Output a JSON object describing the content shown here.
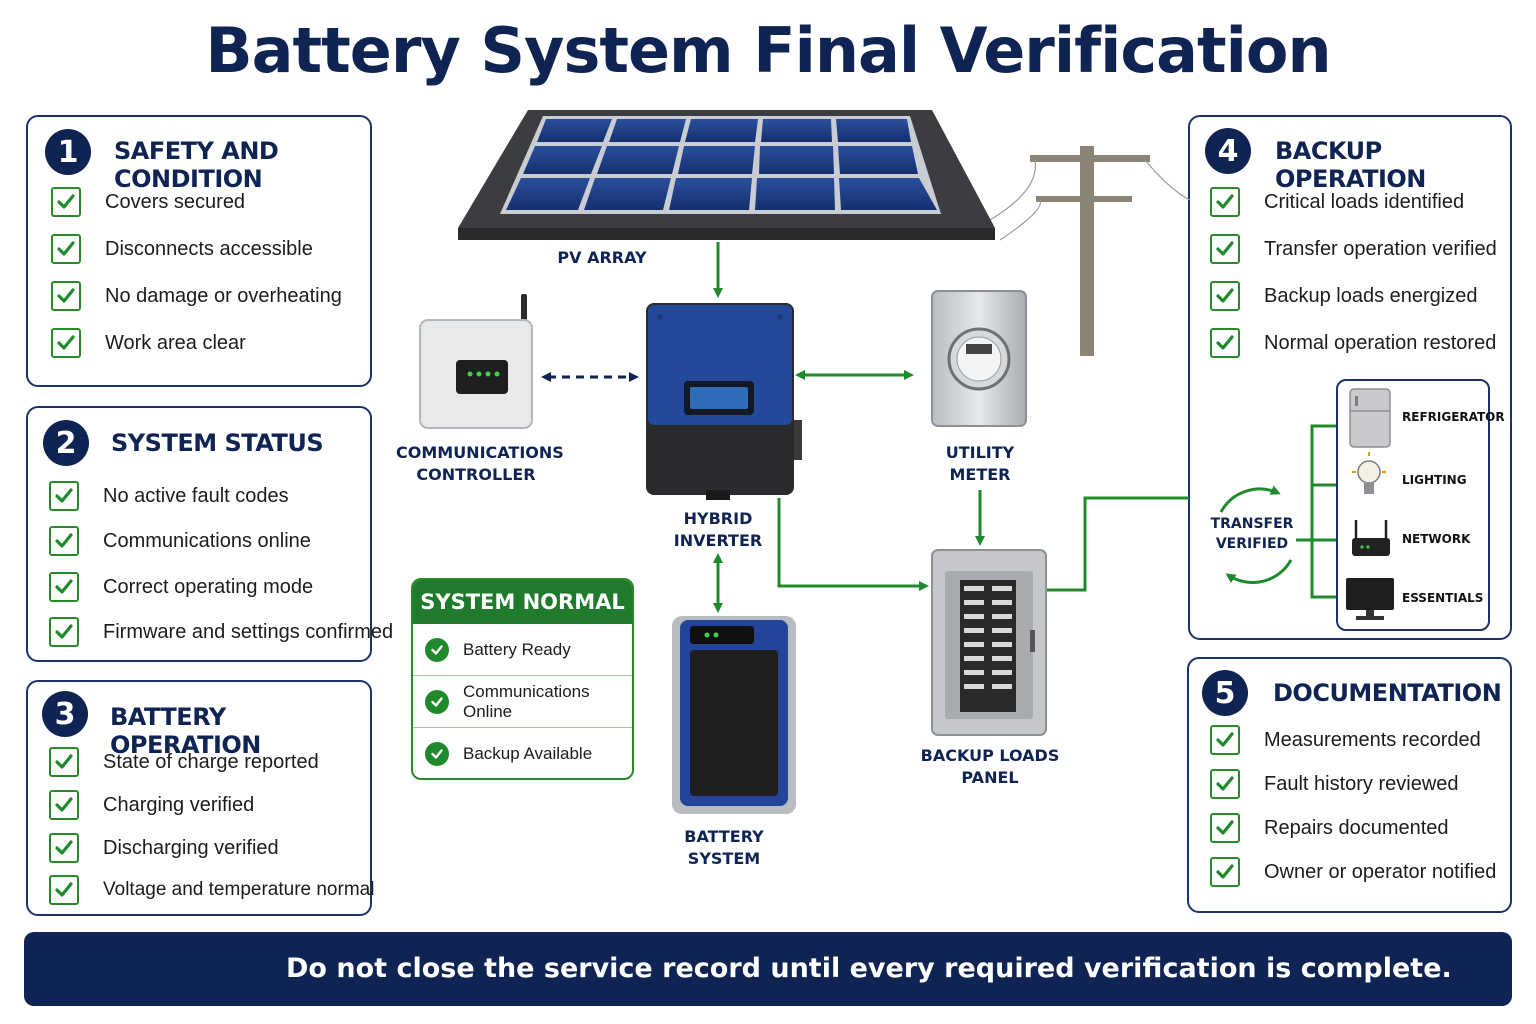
{
  "title": "Battery System Final Verification",
  "colors": {
    "navy": "#0f2452",
    "green": "#1f8a2b",
    "panel_border": "#1b3468"
  },
  "sections": [
    {
      "number": "1",
      "title": "SAFETY AND CONDITION",
      "items": [
        "Covers secured",
        "Disconnects accessible",
        "No damage or overheating",
        "Work area clear"
      ]
    },
    {
      "number": "2",
      "title": "SYSTEM STATUS",
      "items": [
        "No active fault codes",
        "Communications online",
        "Correct operating mode",
        "Firmware and settings confirmed"
      ]
    },
    {
      "number": "3",
      "title": "BATTERY OPERATION",
      "items": [
        "State of charge reported",
        "Charging verified",
        "Discharging verified",
        "Voltage and temperature normal"
      ]
    },
    {
      "number": "4",
      "title": "BACKUP OPERATION",
      "items": [
        "Critical loads identified",
        "Transfer operation verified",
        "Backup loads energized",
        "Normal operation restored"
      ]
    },
    {
      "number": "5",
      "title": "DOCUMENTATION",
      "items": [
        "Measurements recorded",
        "Fault history reviewed",
        "Repairs documented",
        "Owner or operator notified"
      ]
    }
  ],
  "diagram": {
    "pv_array": "PV ARRAY",
    "comms_controller": [
      "COMMUNICATIONS",
      "CONTROLLER"
    ],
    "hybrid_inverter": [
      "HYBRID",
      "INVERTER"
    ],
    "utility_meter": [
      "UTILITY",
      "METER"
    ],
    "backup_loads_panel": [
      "BACKUP LOADS",
      "PANEL"
    ],
    "battery_system": [
      "BATTERY",
      "SYSTEM"
    ],
    "transfer": [
      "TRANSFER",
      "VERIFIED"
    ],
    "loads": [
      "REFRIGERATOR",
      "LIGHTING",
      "NETWORK",
      "ESSENTIALS"
    ]
  },
  "system_normal": {
    "title": "SYSTEM NORMAL",
    "items": [
      "Battery Ready",
      "Communications Online",
      "Backup Available"
    ]
  },
  "footer": "Do not close the service record until every required verification is complete.",
  "icons": [
    "check-icon",
    "shield-check-icon",
    "solar-panel-icon",
    "utility-pole-icon",
    "router-icon",
    "inverter-icon",
    "meter-icon",
    "breaker-panel-icon",
    "battery-icon",
    "refrigerator-icon",
    "lightbulb-icon",
    "network-router-icon",
    "monitor-icon",
    "cycle-arrows-icon"
  ]
}
